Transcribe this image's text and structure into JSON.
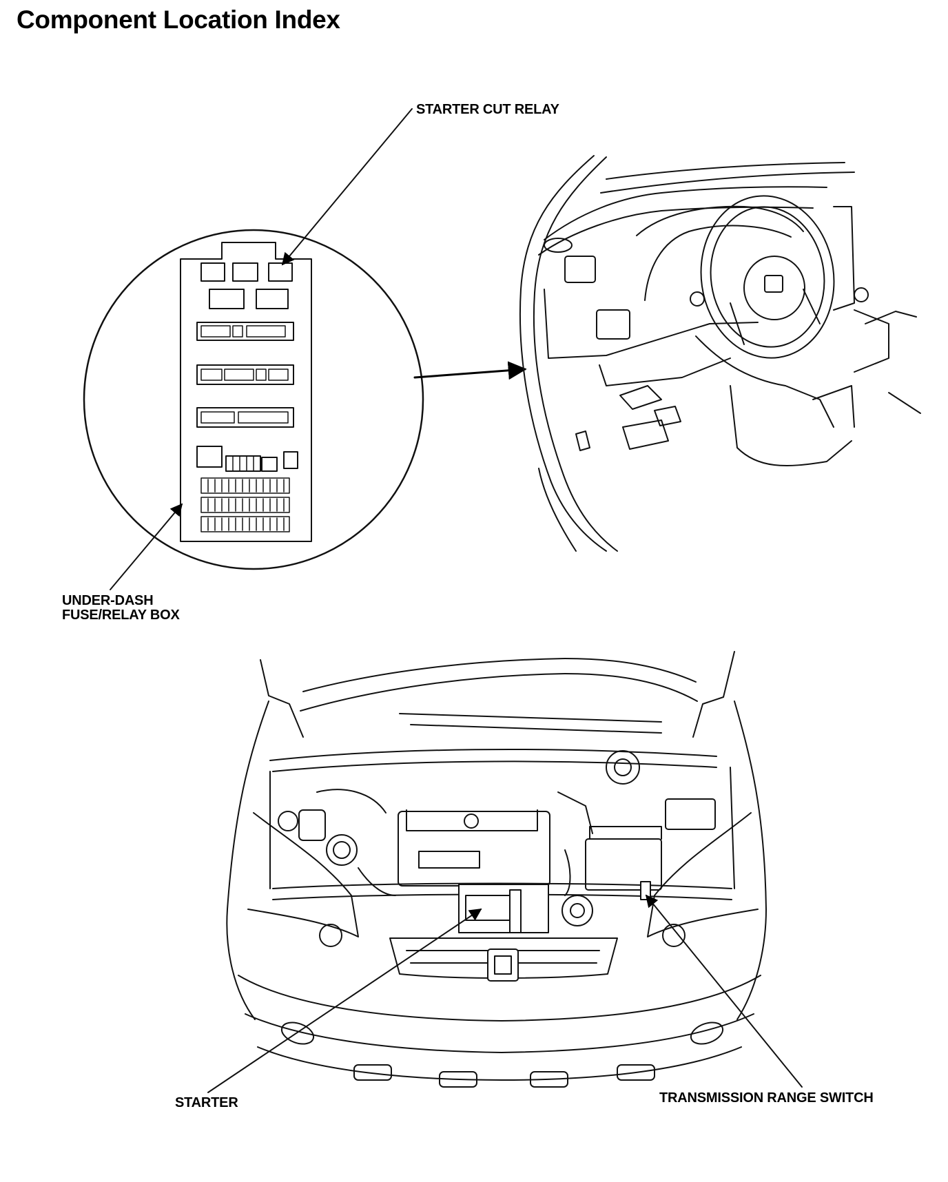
{
  "title": "Component Location Index",
  "callouts": {
    "starter_cut_relay": "STARTER CUT RELAY",
    "under_dash_fuse_relay_box_line1": "UNDER-DASH",
    "under_dash_fuse_relay_box_line2": "FUSE/RELAY BOX",
    "starter": "STARTER",
    "transmission_range_switch": "TRANSMISSION RANGE SWITCH"
  },
  "icons": {
    "leader_arrow": "arrow-icon",
    "fuse_box": "fuse-box-icon"
  },
  "colors": {
    "line": "#111111",
    "background": "#ffffff"
  }
}
